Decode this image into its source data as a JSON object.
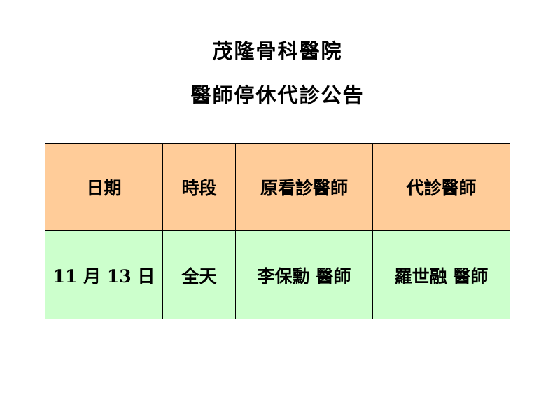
{
  "title": "茂隆骨科醫院",
  "subtitle": "醫師停休代診公告",
  "colors": {
    "header_bg": "#FFCC99",
    "row_bg": "#CCFFCC"
  },
  "table": {
    "headers": [
      "日期",
      "時段",
      "原看診醫師",
      "代診醫師"
    ],
    "rows": [
      [
        "11 月 13 日",
        "全天",
        "李保勳 醫師",
        "羅世融 醫師"
      ]
    ]
  }
}
